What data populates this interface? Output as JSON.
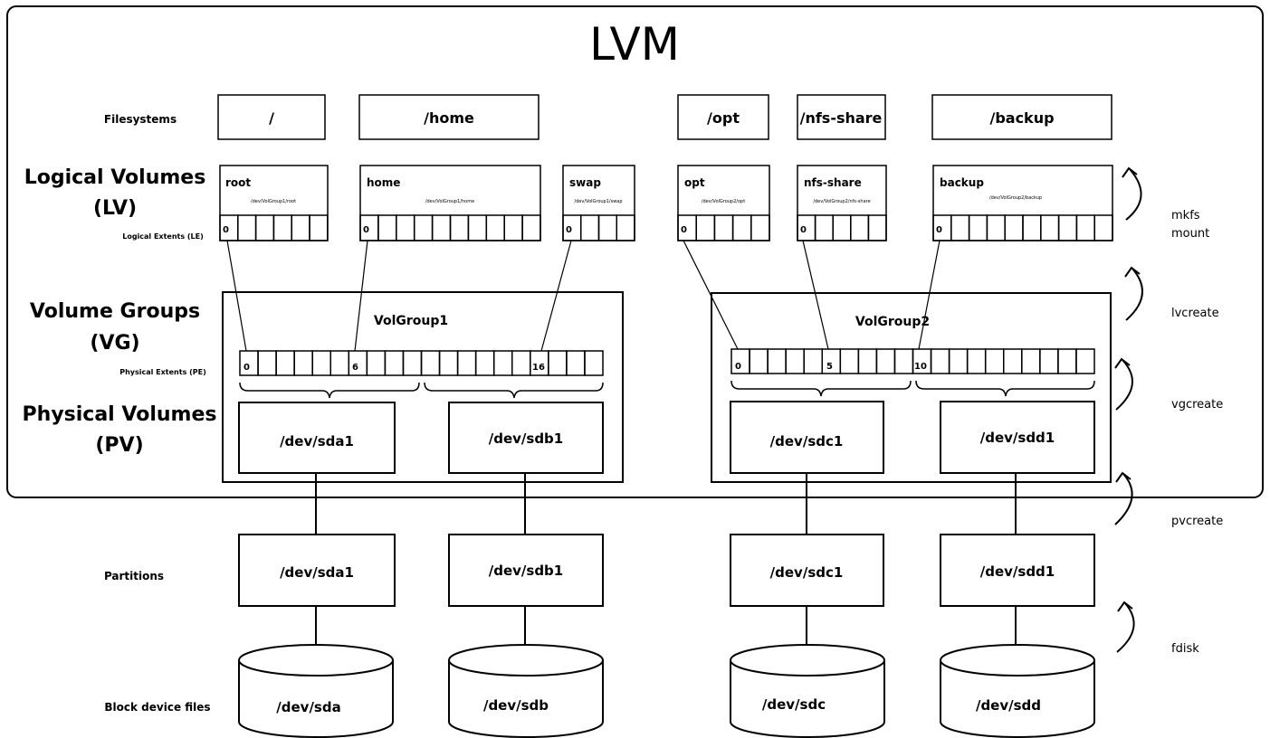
{
  "title": "LVM",
  "row_labels": {
    "filesystems": "Filesystems",
    "lv": [
      "Logical Volumes",
      "(LV)"
    ],
    "le": "Logical Extents (LE)",
    "vg": [
      "Volume Groups",
      "(VG)"
    ],
    "pe": "Physical Extents (PE)",
    "pv": [
      "Physical Volumes",
      "(PV)"
    ],
    "partitions": "Partitions",
    "block": "Block device files"
  },
  "filesystems": [
    "/",
    "/home",
    "/opt",
    "/nfs-share",
    "/backup"
  ],
  "logical_volumes": [
    {
      "name": "root",
      "path": "/dev/VolGroup1/root",
      "first_extent": "0"
    },
    {
      "name": "home",
      "path": "/dev/VolGroup1/home",
      "first_extent": "0"
    },
    {
      "name": "swap",
      "path": "/dev/VolGroup1/swap",
      "first_extent": "0"
    },
    {
      "name": "opt",
      "path": "/dev/VolGroup2/opt",
      "first_extent": "0"
    },
    {
      "name": "nfs-share",
      "path": "/dev/VolGroup2/nfs-share",
      "first_extent": "0"
    },
    {
      "name": "backup",
      "path": "/dev/VolGroup2/backup",
      "first_extent": "0"
    }
  ],
  "volume_groups": [
    {
      "name": "VolGroup1",
      "extent_labels": [
        "0",
        "6",
        "16"
      ],
      "pvs": [
        "/dev/sda1",
        "/dev/sdb1"
      ]
    },
    {
      "name": "VolGroup2",
      "extent_labels": [
        "0",
        "5",
        "10"
      ],
      "pvs": [
        "/dev/sdc1",
        "/dev/sdd1"
      ]
    }
  ],
  "partitions": [
    "/dev/sda1",
    "/dev/sdb1",
    "/dev/sdc1",
    "/dev/sdd1"
  ],
  "block_devices": [
    "/dev/sda",
    "/dev/sdb",
    "/dev/sdc",
    "/dev/sdd"
  ],
  "commands": {
    "mkfs_mount": [
      "mkfs",
      "mount"
    ],
    "lvcreate": "lvcreate",
    "vgcreate": "vgcreate",
    "pvcreate": "pvcreate",
    "fdisk": "fdisk"
  }
}
